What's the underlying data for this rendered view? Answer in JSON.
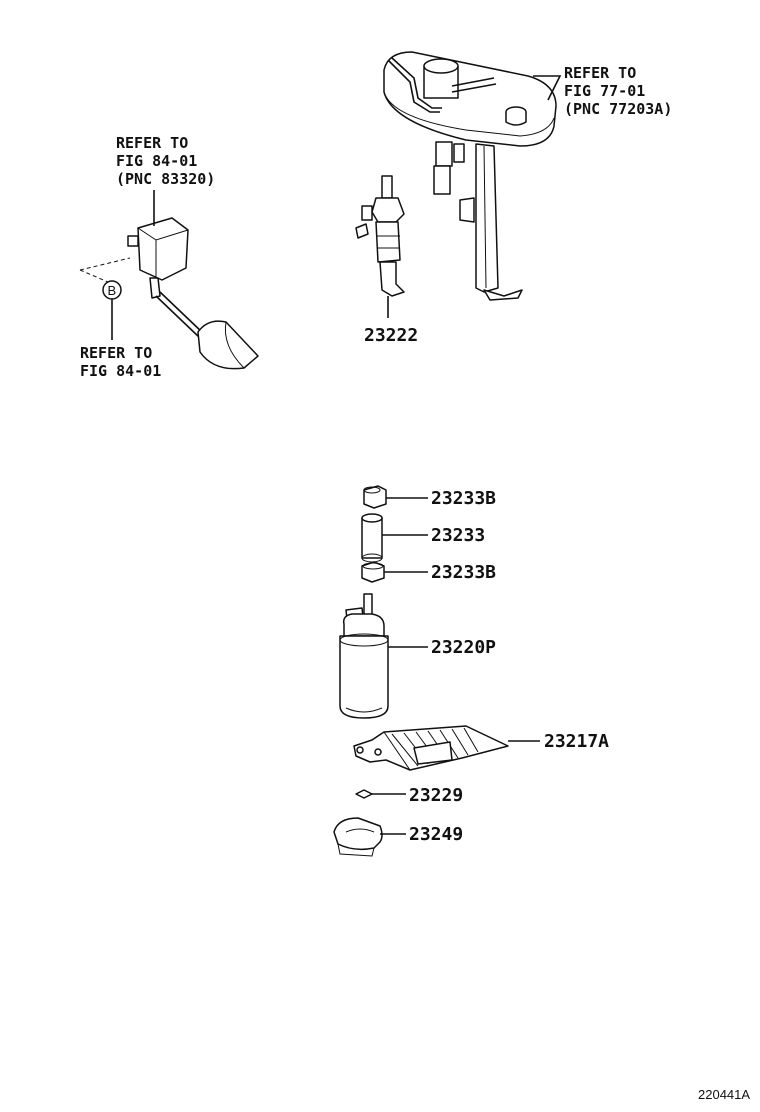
{
  "refs": {
    "sender_ref": {
      "line1": "REFER TO",
      "line2": "FIG 84-01",
      "line3": "(PNC 83320)"
    },
    "b_ref": {
      "line1": "REFER TO",
      "line2": "FIG 84-01"
    },
    "bracket_ref": {
      "line1": "REFER TO",
      "line2": "FIG 77-01",
      "line3": "(PNC 77203A)"
    }
  },
  "callout_b": "B",
  "parts": [
    {
      "id": "23222"
    },
    {
      "id": "23233B"
    },
    {
      "id": "23233"
    },
    {
      "id": "23233B"
    },
    {
      "id": "23220P"
    },
    {
      "id": "23217A"
    },
    {
      "id": "23229"
    },
    {
      "id": "23249"
    }
  ],
  "diagram_code": "220441A"
}
